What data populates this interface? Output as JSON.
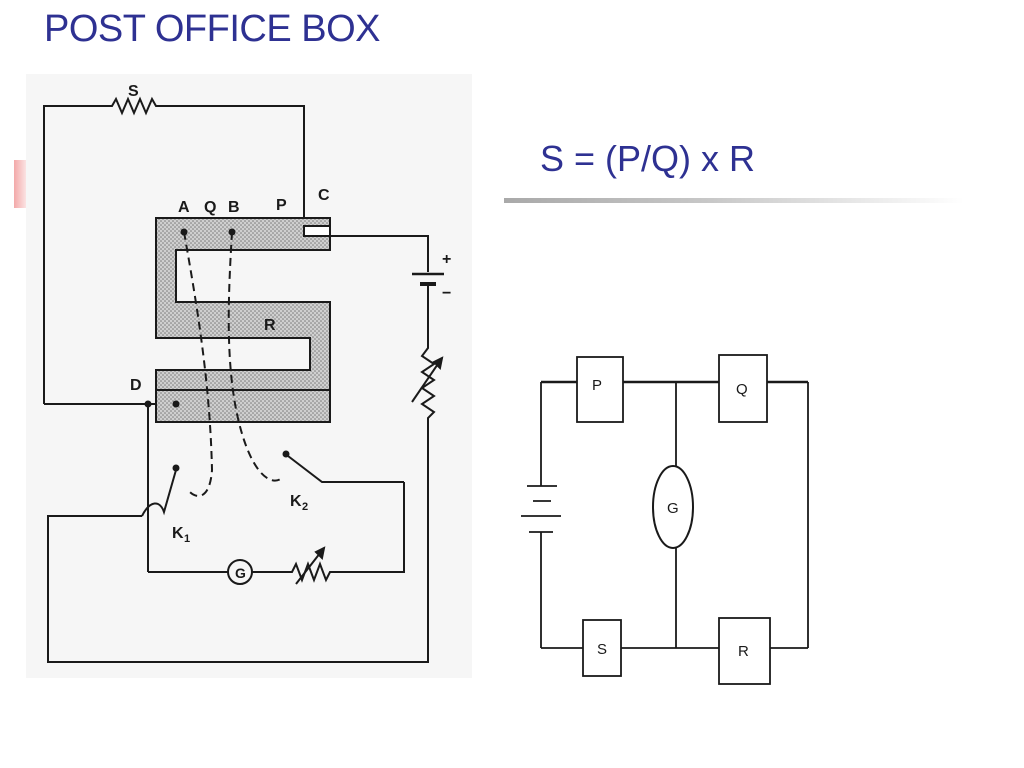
{
  "slide": {
    "title": "POST OFFICE BOX",
    "formula": "S = (P/Q) x R"
  },
  "left_diagram": {
    "labels": {
      "s": "S",
      "a": "A",
      "q": "Q",
      "b": "B",
      "p": "P",
      "c": "C",
      "r": "R",
      "d": "D",
      "k1": "K",
      "k1_sub": "1",
      "k2": "K",
      "k2_sub": "2",
      "g": "G",
      "plus": "+",
      "minus": "−"
    }
  },
  "bridge_diagram": {
    "labels": {
      "p": "P",
      "q": "Q",
      "g": "G",
      "s": "S",
      "r": "R"
    }
  },
  "colors": {
    "title": "#2e3192",
    "box_fill": "#c8c8c8",
    "line": "#1a1a1a"
  }
}
